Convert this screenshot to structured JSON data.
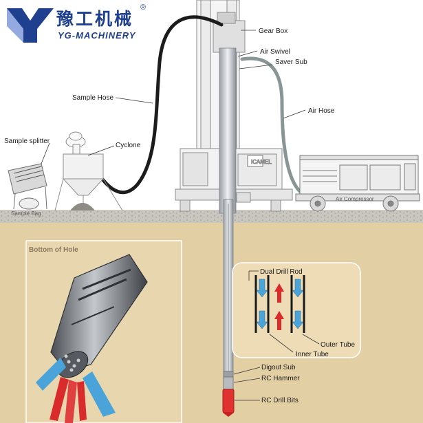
{
  "brand": {
    "name_cn": "豫工机械",
    "name_en": "YG-MACHINERY",
    "registered_mark": "®",
    "color": "#1f3f8f"
  },
  "surface_labels": {
    "gear_box": "Gear Box",
    "air_swivel": "Air Swivel",
    "saver_sub": "Saver Sub",
    "sample_hose": "Sample Hose",
    "air_hose": "Air Hose",
    "sample_splitter": "Sample splitter",
    "cyclone": "Cyclone",
    "sample_bag": "Sample Bag",
    "air_compressor": "Air Compressor"
  },
  "downhole_labels": {
    "bottom_of_hole": "Bottom of Hole",
    "dual_drill_rod": "Dual Drill Rod",
    "outer_tube": "Outer Tube",
    "inner_tube": "Inner Tube",
    "digout_sub": "Digout Sub",
    "rc_hammer": "RC Hammer",
    "rc_drill_bits": "RC Drill Bits"
  },
  "colors": {
    "soil": "#e3cfa4",
    "ground_strip": "#c9c6bf",
    "sample_hose": "#1c1c1c",
    "air_hose": "#8a9696",
    "airflow_down": "#4aa3d9",
    "sample_flow_up": "#d92b2b"
  }
}
